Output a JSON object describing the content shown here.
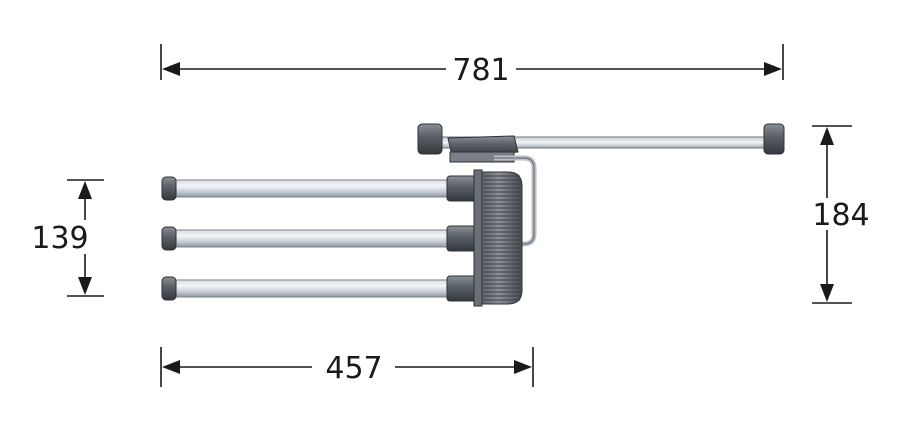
{
  "dimensions": {
    "total_length": "781",
    "height": "184",
    "rod_spacing": "139",
    "rod_length": "457"
  }
}
